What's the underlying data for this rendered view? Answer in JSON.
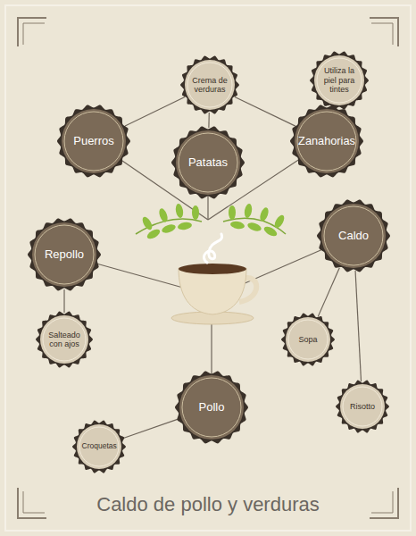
{
  "diagram": {
    "title": "Caldo de pollo y verduras",
    "nodes": [
      {
        "text": [
          "Crema de verduras"
        ]
      },
      {
        "text": [
          "Utiliza la piel para tintes"
        ]
      },
      {
        "text": [
          "Puerros"
        ]
      },
      {
        "text": [
          "Patatas"
        ]
      },
      {
        "text": [
          "Zanahorias"
        ]
      },
      {
        "text": [
          "Repollo"
        ]
      },
      {
        "text": [
          "Caldo"
        ]
      },
      {
        "text": [
          "Salteado con ajos"
        ]
      },
      {
        "text": [
          "Sopa"
        ]
      },
      {
        "text": [
          "Risotto"
        ]
      },
      {
        "text": [
          "Pollo"
        ]
      },
      {
        "text": [
          "Croquetas"
        ]
      }
    ],
    "edges": [
      {
        "from": 0,
        "to": 2,
        "arrow": "none"
      },
      {
        "from": 0,
        "to": 3,
        "arrow": "none"
      },
      {
        "from": 0,
        "to": 4,
        "arrow": "none"
      },
      {
        "from": 1,
        "to": 4,
        "arrow": "none"
      },
      {
        "from": 5,
        "to": 7,
        "arrow": "none"
      },
      {
        "from": 6,
        "to": 8,
        "arrow": "none"
      },
      {
        "from": 6,
        "to": 9,
        "arrow": "none"
      },
      {
        "from": 10,
        "to": 11,
        "arrow": "none"
      }
    ]
  }
}
